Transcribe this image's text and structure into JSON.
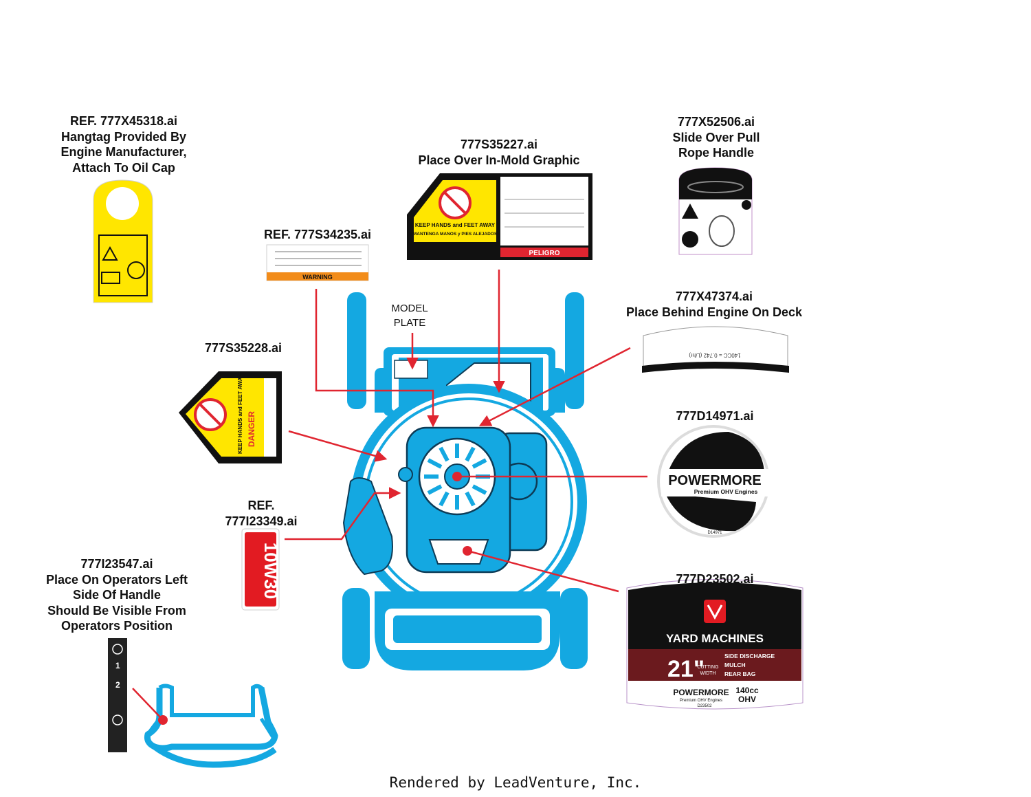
{
  "labels": {
    "hangtag": [
      "REF. 777X45318.ai",
      "Hangtag Provided By",
      "Engine Manufacturer,",
      "Attach To Oil Cap"
    ],
    "inmold": [
      "777S35227.ai",
      "Place Over In-Mold Graphic"
    ],
    "pullrope": [
      "777X52506.ai",
      "Slide Over Pull",
      "Rope Handle"
    ],
    "warning_ref": [
      "REF. 777S34235.ai"
    ],
    "deck": [
      "777X47374.ai",
      "Place Behind Engine On Deck"
    ],
    "danger_small": [
      "777S35228.ai"
    ],
    "powermore": [
      "777D14971.ai"
    ],
    "oil": [
      "REF.",
      "777I23349.ai"
    ],
    "operator": [
      "777I23547.ai",
      "Place On Operators Left",
      "Side Of Handle",
      "Should Be Visible From",
      "Operators Position"
    ],
    "yardmachines": [
      "777D23502.ai"
    ],
    "model_plate": [
      "MODEL",
      "PLATE"
    ]
  },
  "decals": {
    "warning_header": "WARNING",
    "danger_words": [
      "PELIGRO",
      "DANGER"
    ],
    "keep_hands": "KEEP HANDS and FEET AWAY",
    "mantenga": "MANTENGA MANOS y PIES ALEJADOS",
    "oil_grade": "10W30",
    "powermore_brand": "POWERMORE",
    "powermore_sub": "Premium OHV Engines",
    "powermore_code": "D14971",
    "yard_brand": "YARD MACHINES",
    "yard_size": "21\"",
    "cutting_width": [
      "CUTTING",
      "WIDTH"
    ],
    "discharge_opts": [
      "SIDE DISCHARGE",
      "MULCH",
      "REAR BAG"
    ],
    "engine_size": [
      "140cc",
      "OHV"
    ],
    "yard_code": "D23502",
    "deck_text": "140CC = 0.742 (L/hr)",
    "operator_marks": [
      "1",
      "2"
    ]
  },
  "colors": {
    "mower_blue": "#14a8e1",
    "callout_red": "#e02530",
    "decal_yellow": "#ffe600",
    "warning_orange": "#f28c1a",
    "oil_red": "#e21b22",
    "yard_maroon": "#6b1a1e"
  },
  "footer": "Rendered by LeadVenture, Inc."
}
